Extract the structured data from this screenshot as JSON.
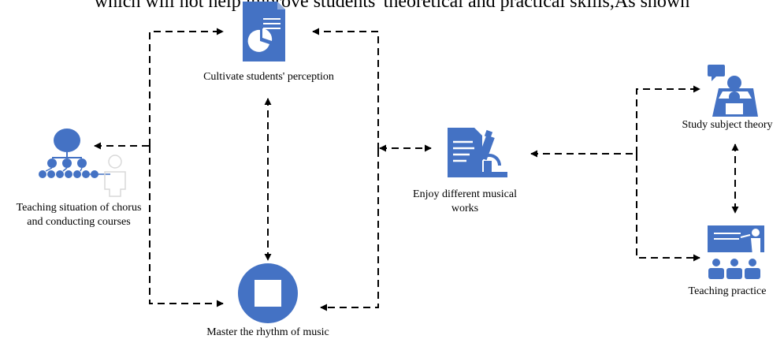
{
  "header_text": "which will not help improve students' theoretical and practical skills,As shown",
  "nodes": {
    "perception": {
      "label": "Cultivate students' perception",
      "icon": "document-pie-chart-icon"
    },
    "chorus": {
      "label_line1": "Teaching situation of chorus",
      "label_line2": "and conducting courses",
      "icon": "organization-hierarchy-icon"
    },
    "rhythm": {
      "label": "Master the rhythm of music",
      "icon": "stop-circle-icon"
    },
    "musical_works": {
      "label_line1": "Enjoy different musical",
      "label_line2": "works",
      "icon": "document-microscope-icon"
    },
    "theory": {
      "label": "Study subject theory",
      "icon": "student-study-icon"
    },
    "practice": {
      "label": "Teaching practice",
      "icon": "classroom-teacher-icon"
    }
  },
  "colors": {
    "icon_blue": "#4472C4",
    "connector": "#000000",
    "text": "#000000"
  }
}
